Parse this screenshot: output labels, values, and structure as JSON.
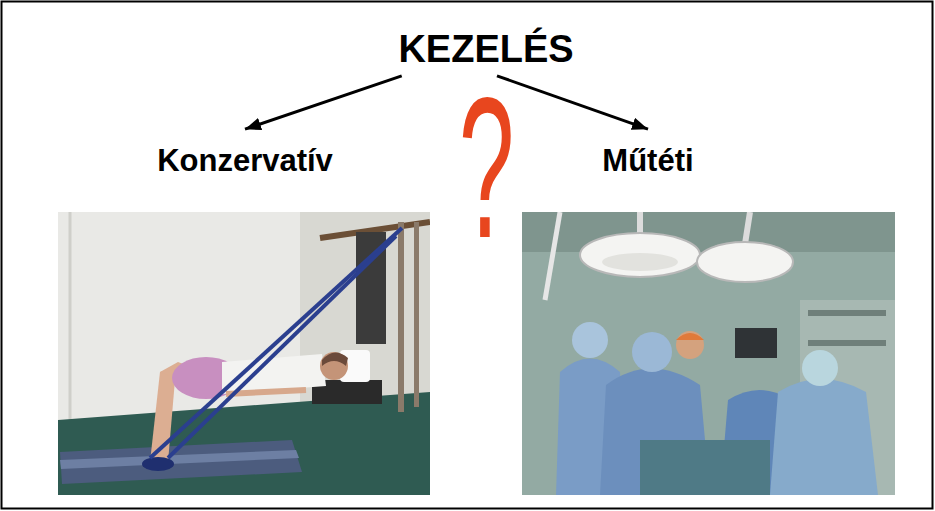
{
  "diagram": {
    "nodes": [
      {
        "text": [
          "KEZELÉS"
        ]
      },
      {
        "text": [
          "Konzervatív"
        ]
      },
      {
        "text": [
          "Műtéti"
        ]
      }
    ],
    "edges": [
      {
        "from": 0,
        "to": 1,
        "arrow": "to"
      },
      {
        "from": 0,
        "to": 2,
        "arrow": "to"
      }
    ],
    "labels": [
      "?"
    ]
  }
}
